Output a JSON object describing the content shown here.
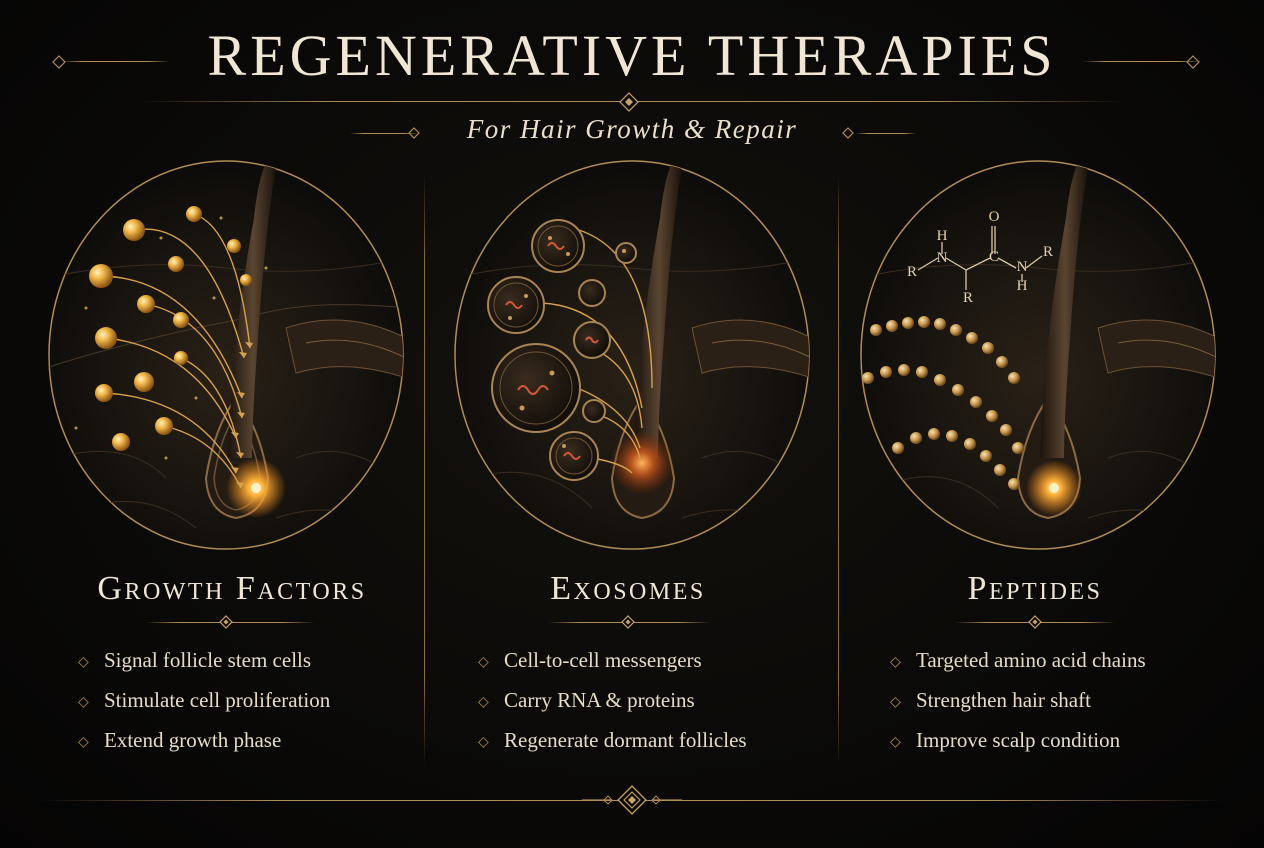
{
  "header": {
    "title": "REGENERATIVE THERAPIES",
    "subtitle": "For Hair Growth & Repair"
  },
  "panels": [
    {
      "title": "Growth Factors",
      "bullets": [
        "Signal follicle stem cells",
        "Stimulate cell proliferation",
        "Extend growth phase"
      ]
    },
    {
      "title": "Exosomes",
      "bullets": [
        "Cell-to-cell messengers",
        "Carry RNA & proteins",
        "Regenerate dormant follicles"
      ]
    },
    {
      "title": "Peptides",
      "bullets": [
        "Targeted amino acid chains",
        "Strengthen hair shaft",
        "Improve scalp condition"
      ]
    }
  ],
  "peptide_structure": {
    "atoms": [
      "H",
      "N",
      "O",
      "C",
      "N",
      "H",
      "R",
      "R",
      "R"
    ]
  },
  "icons": {
    "bullet": "diamond-bullet-icon",
    "divider": "diamond-ornament-icon"
  },
  "colors": {
    "background": "#0b0a08",
    "gold": "#c9a46a",
    "glow": "#ffb23a",
    "text": "#ece3d2"
  }
}
